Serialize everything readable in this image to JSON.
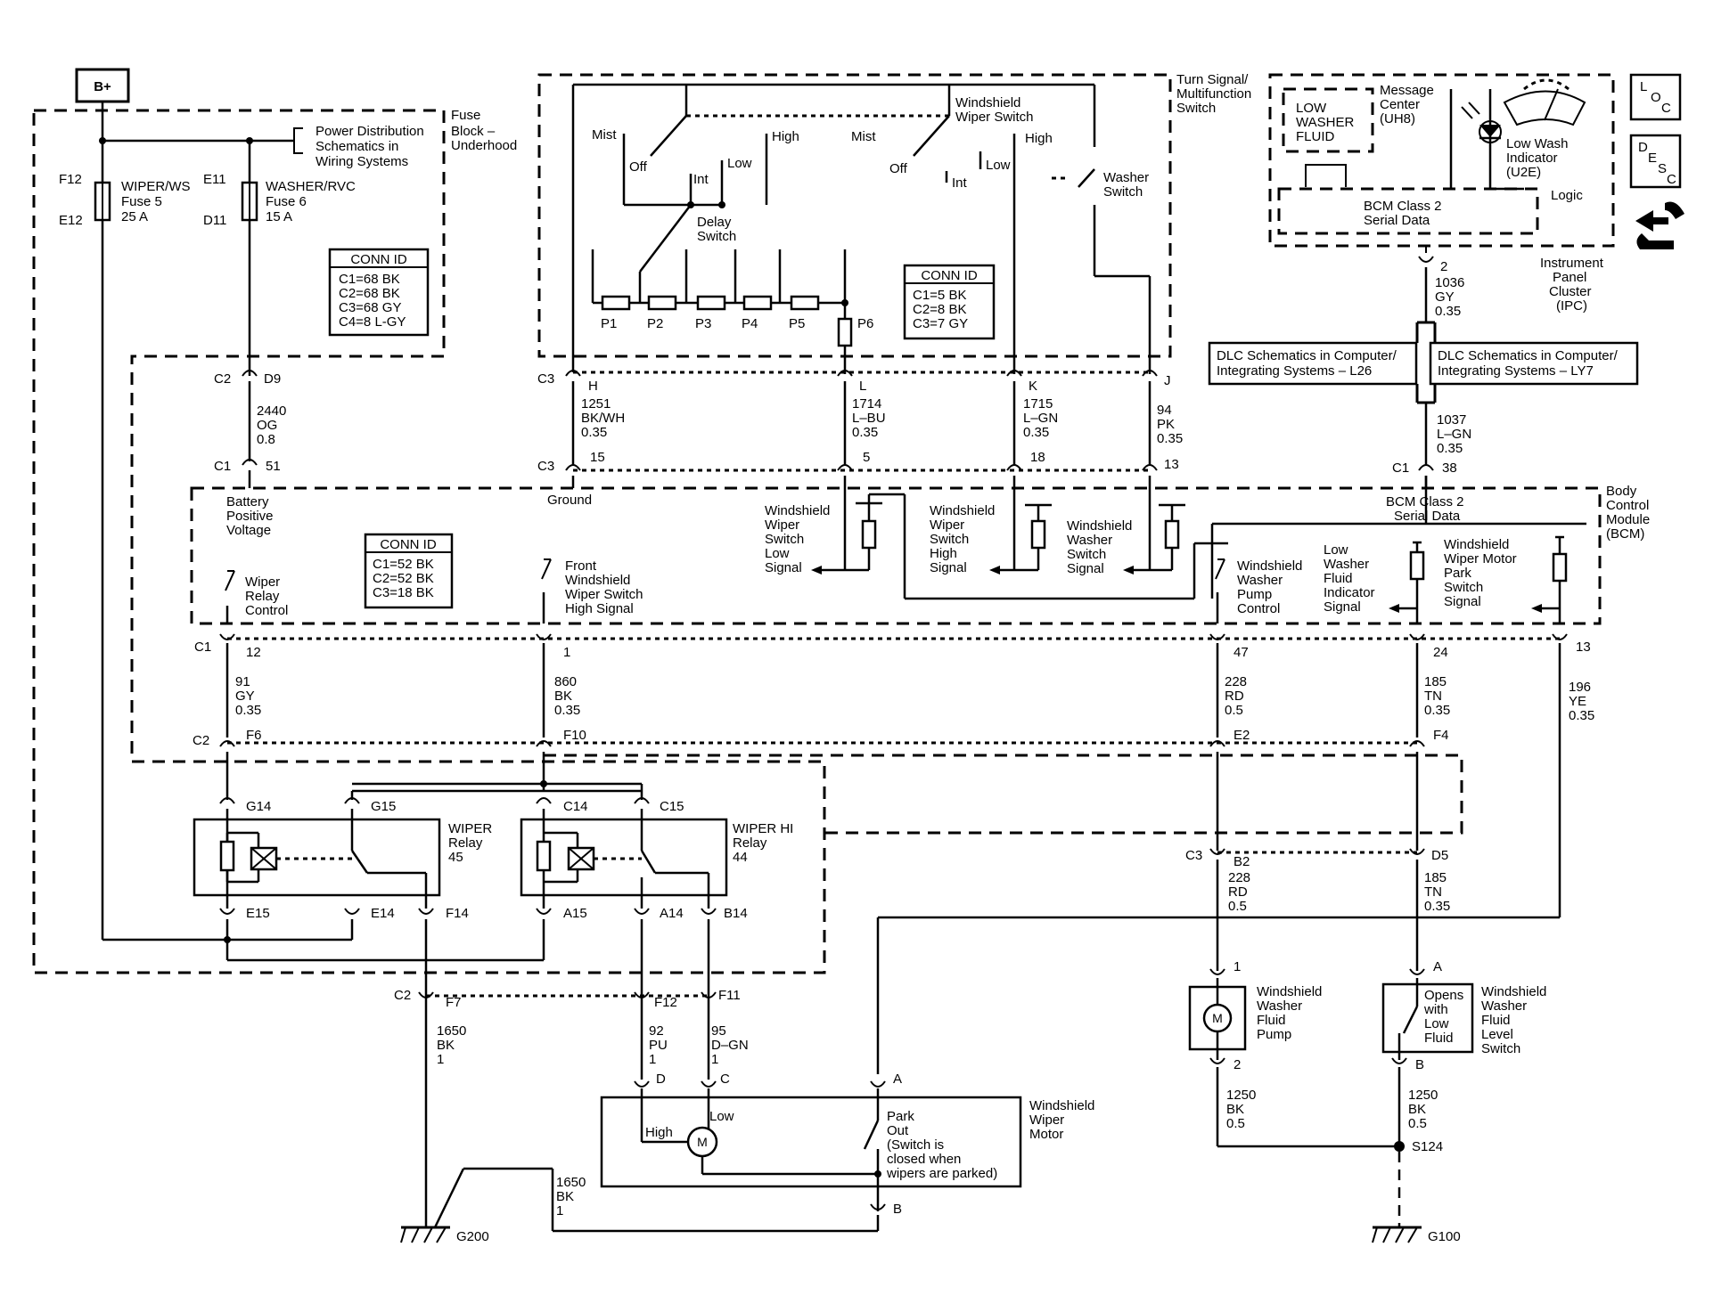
{
  "source": {
    "label": "B+"
  },
  "fuse_block": {
    "title": [
      "Fuse",
      "Block –",
      "Underhood"
    ],
    "power_note": [
      "Power Distribution",
      "Schematics in",
      "Wiring Systems"
    ],
    "fuse5": {
      "left_top": "F12",
      "left_bottom": "E12",
      "label": [
        "WIPER/WS",
        "Fuse 5",
        "25 A"
      ]
    },
    "fuse6": {
      "left_top": "E11",
      "left_bottom": "D11",
      "label": [
        "WASHER/RVC",
        "Fuse 6",
        "15 A"
      ]
    },
    "conn_id": [
      "CONN ID",
      "C1=68 BK",
      "C2=68 BK",
      "C3=68 GY",
      "C4=8 L-GY"
    ]
  },
  "switch": {
    "title": [
      "Turn Signal/",
      "Multifunction",
      "Switch"
    ],
    "wiper_switch": [
      "Windshield",
      "Wiper Switch"
    ],
    "labels": [
      "Mist",
      "Off",
      "Int",
      "Low",
      "High",
      "Mist",
      "Off",
      "Int",
      "Low",
      "High"
    ],
    "delay": [
      "Delay",
      "Switch"
    ],
    "positions": [
      "P1",
      "P2",
      "P3",
      "P4",
      "P5",
      "P6"
    ],
    "washer": [
      "Washer",
      "Switch"
    ],
    "conn_id": [
      "CONN ID",
      "C1=5 BK",
      "C2=8 BK",
      "C3=7 GY"
    ]
  },
  "switch_pins": [
    {
      "top_conn": "C3",
      "top_pin": "H",
      "wire": [
        "1251",
        "BK/WH",
        "0.35"
      ],
      "bot_conn": "C3",
      "bot_pin": "15"
    },
    {
      "top_pin": "L",
      "wire": [
        "1714",
        "L–BU",
        "0.35"
      ],
      "bot_pin": "5"
    },
    {
      "top_pin": "K",
      "wire": [
        "1715",
        "L–GN",
        "0.35"
      ],
      "bot_pin": "18"
    },
    {
      "top_pin": "J",
      "wire": [
        "94",
        "PK",
        "0.35"
      ],
      "bot_pin": "13"
    }
  ],
  "fuse_wire": {
    "c2": "C2",
    "d9": "D9",
    "wire": [
      "2440",
      "OG",
      "0.8"
    ],
    "c1": "C1",
    "pin": "51"
  },
  "ipc": {
    "message_center": [
      "Message",
      "Center",
      "(UH8)"
    ],
    "low_washer": [
      "LOW",
      "WASHER",
      "FLUID"
    ],
    "low_wash_indicator": [
      "Low Wash",
      "Indicator",
      "(U2E)"
    ],
    "logic": "Logic",
    "serial": [
      "BCM Class 2",
      "Serial Data"
    ],
    "title": [
      "Instrument",
      "Panel",
      "Cluster",
      "(IPC)"
    ],
    "pin": "2",
    "wire_top": [
      "1036",
      "GY",
      "0.35"
    ],
    "dlc1": [
      "DLC Schematics in Computer/",
      "Integrating Systems – L26"
    ],
    "dlc2": [
      "DLC Schematics in Computer/",
      "Integrating Systems – LY7"
    ],
    "wire_bot": [
      "1037",
      "L–GN",
      "0.35"
    ],
    "bcm_conn": "C1",
    "bcm_pin": "38"
  },
  "loc_icon": [
    "L",
    "O",
    "C"
  ],
  "desc_icon": [
    "D",
    "E",
    "S",
    "C"
  ],
  "bcm": {
    "title": [
      "Body",
      "Control",
      "Module",
      "(BCM)"
    ],
    "conn_id": [
      "CONN ID",
      "C1=52 BK",
      "C2=52 BK",
      "C3=18 BK"
    ],
    "battery": [
      "Battery",
      "Positive",
      "Voltage"
    ],
    "ground": "Ground",
    "ws_low": [
      "Windshield",
      "Wiper",
      "Switch",
      "Low",
      "Signal"
    ],
    "ws_high": [
      "Windshield",
      "Wiper",
      "Switch",
      "High",
      "Signal"
    ],
    "washer_sig": [
      "Windshield",
      "Washer",
      "Switch",
      "Signal"
    ],
    "serial": [
      "BCM Class 2",
      "Serial Data"
    ],
    "relay_ctrl": [
      "Wiper",
      "Relay",
      "Control"
    ],
    "front_high": [
      "Front",
      "Windshield",
      "Wiper Switch",
      "High Signal"
    ],
    "pump_ctrl": [
      "Windshield",
      "Washer",
      "Pump",
      "Control"
    ],
    "low_fluid": [
      "Low",
      "Washer",
      "Fluid",
      "Indicator",
      "Signal"
    ],
    "park_sig": [
      "Windshield",
      "Wiper Motor",
      "Park",
      "Switch",
      "Signal"
    ]
  },
  "bcm_out": [
    {
      "c1": "C1",
      "pin": "12",
      "wire": [
        "91",
        "GY",
        "0.35"
      ],
      "c2": "C2",
      "c2pin": "F6"
    },
    {
      "pin": "1",
      "wire": [
        "860",
        "BK",
        "0.35"
      ],
      "c2pin": "F10"
    },
    {
      "pin": "47",
      "wire": [
        "228",
        "RD",
        "0.5"
      ],
      "c2pin": "E2"
    },
    {
      "pin": "24",
      "wire": [
        "185",
        "TN",
        "0.35"
      ],
      "c2pin": "F4"
    },
    {
      "pin": "13",
      "wire": [
        "196",
        "YE",
        "0.35"
      ]
    }
  ],
  "relays": {
    "wiper": {
      "title": [
        "WIPER",
        "Relay",
        "45"
      ],
      "top": [
        "G14",
        "G15"
      ],
      "bottom": [
        "E15",
        "E14",
        "F14"
      ]
    },
    "wiper_hi": {
      "title": [
        "WIPER HI",
        "Relay",
        "44"
      ],
      "top": [
        "C14",
        "C15"
      ],
      "bottom": [
        "A15",
        "A14",
        "B14"
      ]
    }
  },
  "c3_right": {
    "conn": "C3",
    "b2": "B2",
    "d5": "D5",
    "wire1": [
      "228",
      "RD",
      "0.5"
    ],
    "wire2": [
      "185",
      "TN",
      "0.35"
    ]
  },
  "lower": {
    "c2": "C2",
    "f7": "F7",
    "f12": "F12",
    "f11": "F11",
    "wire_f7": [
      "1650",
      "BK",
      "1"
    ],
    "wire_f12": [
      "92",
      "PU",
      "1"
    ],
    "wire_f11": [
      "95",
      "D–GN",
      "1"
    ],
    "wire_gnd": [
      "1650",
      "BK",
      "1"
    ],
    "g200": "G200",
    "g100": "G100",
    "s124": "S124"
  },
  "motor": {
    "title": [
      "Windshield",
      "Wiper",
      "Motor"
    ],
    "pins": [
      "D",
      "C",
      "A",
      "B"
    ],
    "high": "High",
    "low": "Low",
    "park": [
      "Park",
      "Out",
      "(Switch is",
      "closed when",
      "wipers are parked)"
    ]
  },
  "pump": {
    "pin_top": "1",
    "pin_bot": "2",
    "title": [
      "Windshield",
      "Washer",
      "Fluid",
      "Pump"
    ],
    "wire": [
      "1250",
      "BK",
      "0.5"
    ]
  },
  "level_switch": {
    "pin_top": "A",
    "pin_bot": "B",
    "inner": [
      "Opens",
      "with",
      "Low",
      "Fluid"
    ],
    "title": [
      "Windshield",
      "Washer",
      "Fluid",
      "Level",
      "Switch"
    ],
    "wire": [
      "1250",
      "BK",
      "0.5"
    ]
  }
}
